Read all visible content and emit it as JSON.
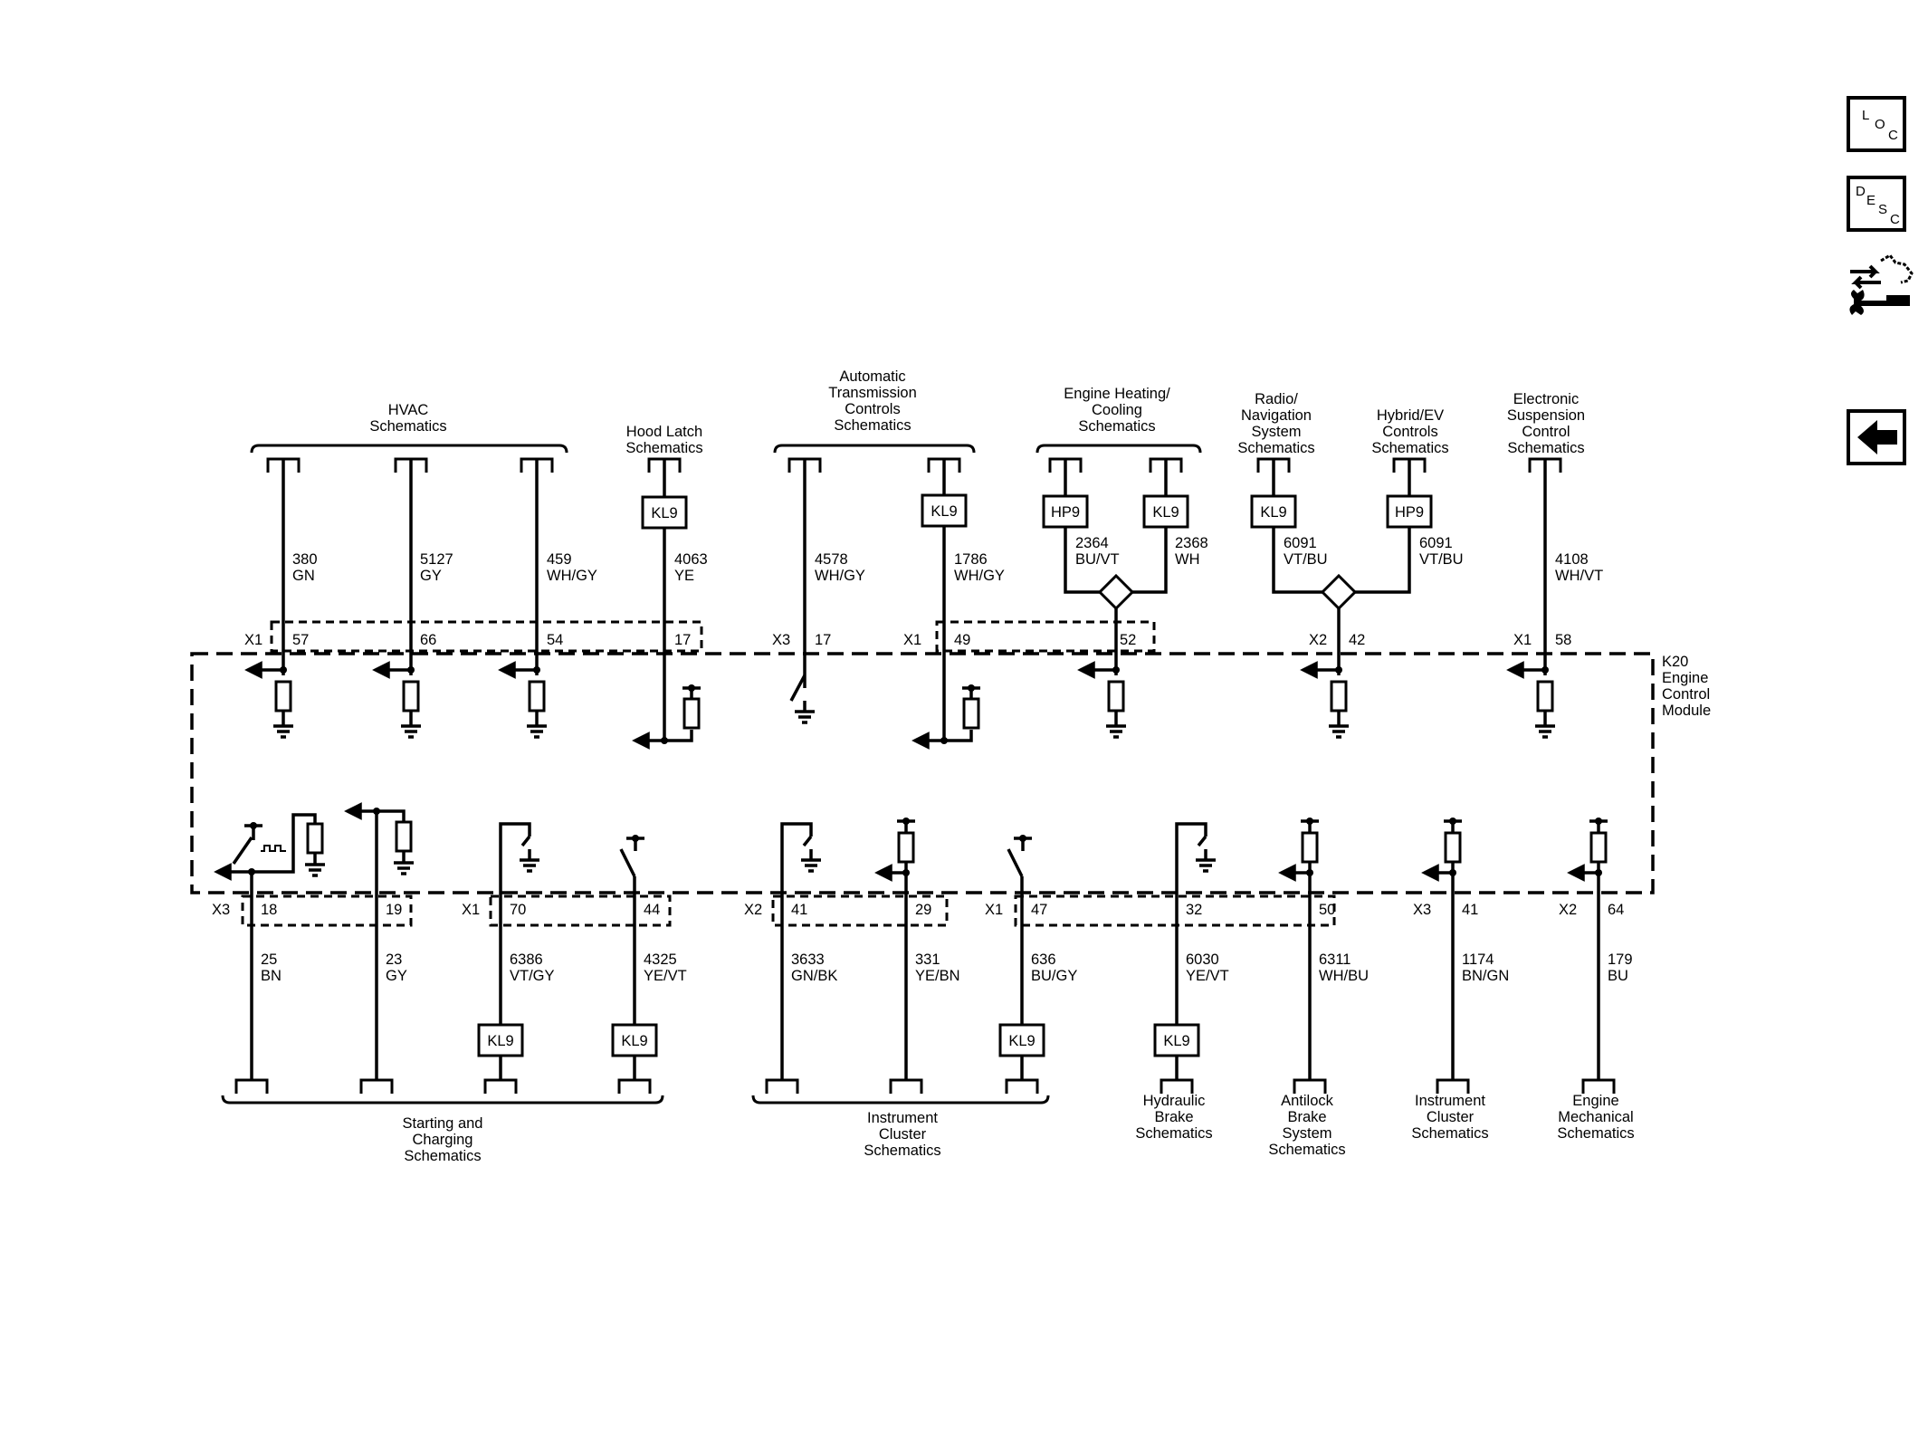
{
  "nav": {
    "loc": [
      "L",
      "O",
      "C"
    ],
    "desc": [
      "D",
      "E",
      "S",
      "C"
    ]
  },
  "module": {
    "name": [
      "K20",
      "Engine",
      "Control",
      "Module"
    ]
  },
  "top_groups": [
    {
      "lines": [
        "HVAC",
        "Schematics"
      ]
    },
    {
      "lines": [
        "Hood Latch",
        "Schematics"
      ]
    },
    {
      "lines": [
        "Automatic",
        "Transmission",
        "Controls",
        "Schematics"
      ]
    },
    {
      "lines": [
        "Engine Heating/",
        "Cooling",
        "Schematics"
      ]
    },
    {
      "lines": [
        "Radio/",
        "Navigation",
        "System",
        "Schematics"
      ]
    },
    {
      "lines": [
        "Hybrid/EV",
        "Controls",
        "Schematics"
      ]
    },
    {
      "lines": [
        "Electronic",
        "Suspension",
        "Control",
        "Schematics"
      ]
    }
  ],
  "bottom_groups": [
    {
      "lines": [
        "Starting and",
        "Charging",
        "Schematics"
      ]
    },
    {
      "lines": [
        "Instrument",
        "Cluster",
        "Schematics"
      ]
    },
    {
      "lines": [
        "Hydraulic",
        "Brake",
        "Schematics"
      ]
    },
    {
      "lines": [
        "Antilock",
        "Brake",
        "System",
        "Schematics"
      ]
    },
    {
      "lines": [
        "Instrument",
        "Cluster",
        "Schematics"
      ]
    },
    {
      "lines": [
        "Engine",
        "Mechanical",
        "Schematics"
      ]
    }
  ],
  "top_wires": [
    {
      "circuit": "380",
      "color": "GN",
      "connector": "X1",
      "pin": "57"
    },
    {
      "circuit": "5127",
      "color": "GY",
      "connector": "",
      "pin": "66"
    },
    {
      "circuit": "459",
      "color": "WH/GY",
      "connector": "",
      "pin": "54"
    },
    {
      "circuit": "4063",
      "color": "YE",
      "connector": "",
      "pin": "17",
      "splice": "KL9"
    },
    {
      "circuit": "4578",
      "color": "WH/GY",
      "connector": "X3",
      "pin": "17"
    },
    {
      "circuit": "1786",
      "color": "WH/GY",
      "connector": "X1",
      "pin": "49",
      "splice": "KL9"
    },
    {
      "circuit": "2364",
      "color": "BU/VT",
      "connector": "",
      "pin": "52",
      "splice": "HP9"
    },
    {
      "circuit": "2368",
      "color": "WH",
      "splice": "KL9"
    },
    {
      "circuit": "6091",
      "color": "VT/BU",
      "connector": "X2",
      "pin": "42",
      "splice": "KL9"
    },
    {
      "circuit": "6091",
      "color": "VT/BU",
      "splice": "HP9"
    },
    {
      "circuit": "4108",
      "color": "WH/VT",
      "connector": "X1",
      "pin": "58"
    }
  ],
  "bottom_wires": [
    {
      "circuit": "25",
      "color": "BN",
      "connector": "X3",
      "pin": "18"
    },
    {
      "circuit": "23",
      "color": "GY",
      "connector": "",
      "pin": "19"
    },
    {
      "circuit": "6386",
      "color": "VT/GY",
      "connector": "X1",
      "pin": "70",
      "splice": "KL9"
    },
    {
      "circuit": "4325",
      "color": "YE/VT",
      "connector": "",
      "pin": "44",
      "splice": "KL9"
    },
    {
      "circuit": "3633",
      "color": "GN/BK",
      "connector": "X2",
      "pin": "41"
    },
    {
      "circuit": "331",
      "color": "YE/BN",
      "connector": "",
      "pin": "29"
    },
    {
      "circuit": "636",
      "color": "BU/GY",
      "connector": "X1",
      "pin": "47",
      "splice": "KL9"
    },
    {
      "circuit": "6030",
      "color": "YE/VT",
      "connector": "",
      "pin": "32",
      "splice": "KL9"
    },
    {
      "circuit": "6311",
      "color": "WH/BU",
      "connector": "",
      "pin": "50"
    },
    {
      "circuit": "1174",
      "color": "BN/GN",
      "connector": "X3",
      "pin": "41"
    },
    {
      "circuit": "179",
      "color": "BU",
      "connector": "X2",
      "pin": "64"
    }
  ]
}
